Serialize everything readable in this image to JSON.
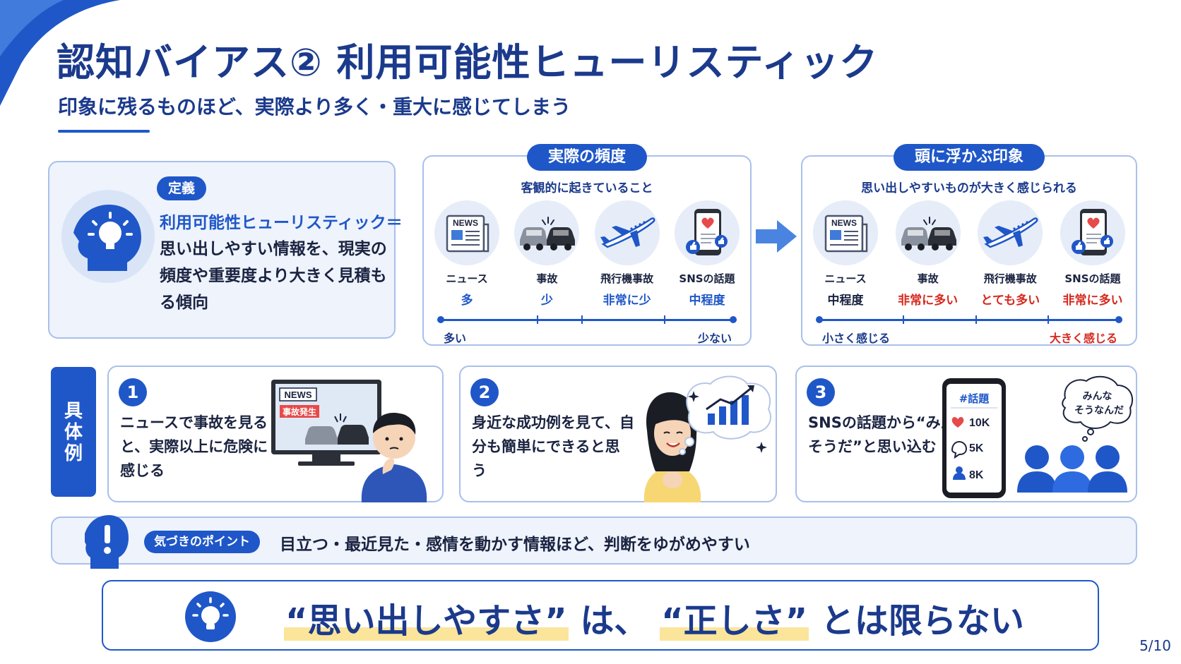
{
  "title": "認知バイアス② 利用可能性ヒューリスティック",
  "subtitle": "印象に残るものほど、実際より多く・重大に感じてしまう",
  "definition": {
    "badge": "定義",
    "term": "利用可能性ヒューリスティック＝",
    "body": "思い出しやすい情報を、現実の頻度や重要度より大きく見積もる傾向"
  },
  "actual": {
    "badge": "実際の頻度",
    "description": "客観的に起きていること",
    "items": [
      {
        "label": "ニュース",
        "value": "多"
      },
      {
        "label": "事故",
        "value": "少"
      },
      {
        "label": "飛行機事故",
        "value": "非常に少"
      },
      {
        "label": "SNSの話題",
        "value": "中程度"
      }
    ],
    "scale_left": "多い",
    "scale_right": "少ない"
  },
  "impression": {
    "badge": "頭に浮かぶ印象",
    "description": "思い出しやすいものが大きく感じられる",
    "items": [
      {
        "label": "ニュース",
        "value": "中程度"
      },
      {
        "label": "事故",
        "value": "非常に多い"
      },
      {
        "label": "飛行機事故",
        "value": "とても多い"
      },
      {
        "label": "SNSの話題",
        "value": "非常に多い"
      }
    ],
    "scale_left": "小さく感じる",
    "scale_right": "大きく感じる"
  },
  "icons": {
    "news_text": "NEWS",
    "names": [
      "news-icon",
      "car-crash-icon",
      "airplane-icon",
      "smartphone-sns-icon"
    ]
  },
  "examples": {
    "label": "具体例",
    "items": [
      {
        "number": "1",
        "text": "ニュースで事故を見ると、実際以上に危険に感じる",
        "tv_text": "NEWS",
        "tv_tag": "事故発生"
      },
      {
        "number": "2",
        "text": "身近な成功例を見て、自分も簡単にできると思う"
      },
      {
        "number": "3",
        "text": "SNSの話題から“みんなそうだ”と思い込む",
        "phone_tag": "#話題",
        "stats": [
          "10K",
          "5K",
          "8K"
        ],
        "bubble": "みんなそうなんだ"
      }
    ]
  },
  "insight": {
    "badge": "気づきのポイント",
    "text": "目立つ・最近見た・感情を動かす情報ほど、判断をゆがめやすい"
  },
  "conclusion": {
    "part1": "“思い出しやすさ”",
    "part2": "は、",
    "part3": "“正しさ”",
    "part4": "とは限らない"
  },
  "page": "5/10",
  "colors": {
    "primary": "#1f57c8",
    "navy": "#1b3a8c",
    "red": "#d6281e",
    "highlight": "#fbe59b"
  }
}
